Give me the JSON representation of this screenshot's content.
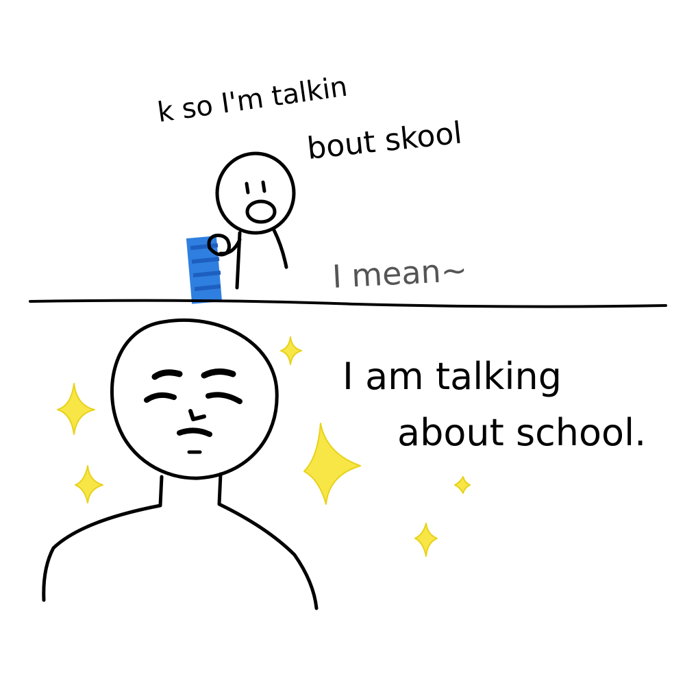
{
  "top_panel": {
    "caption_line_1": "k so I'm talkin",
    "caption_line_2": "bout skool",
    "aside": "I mean~"
  },
  "bottom_panel": {
    "caption_line_1": "I am talking",
    "caption_line_2": "about school."
  },
  "colors": {
    "ink": "#000000",
    "faint_ink": "#555555",
    "book_blue": "#2f7fe0",
    "book_stripe": "#1d5fc0",
    "sparkle_yellow": "#f7e646"
  }
}
